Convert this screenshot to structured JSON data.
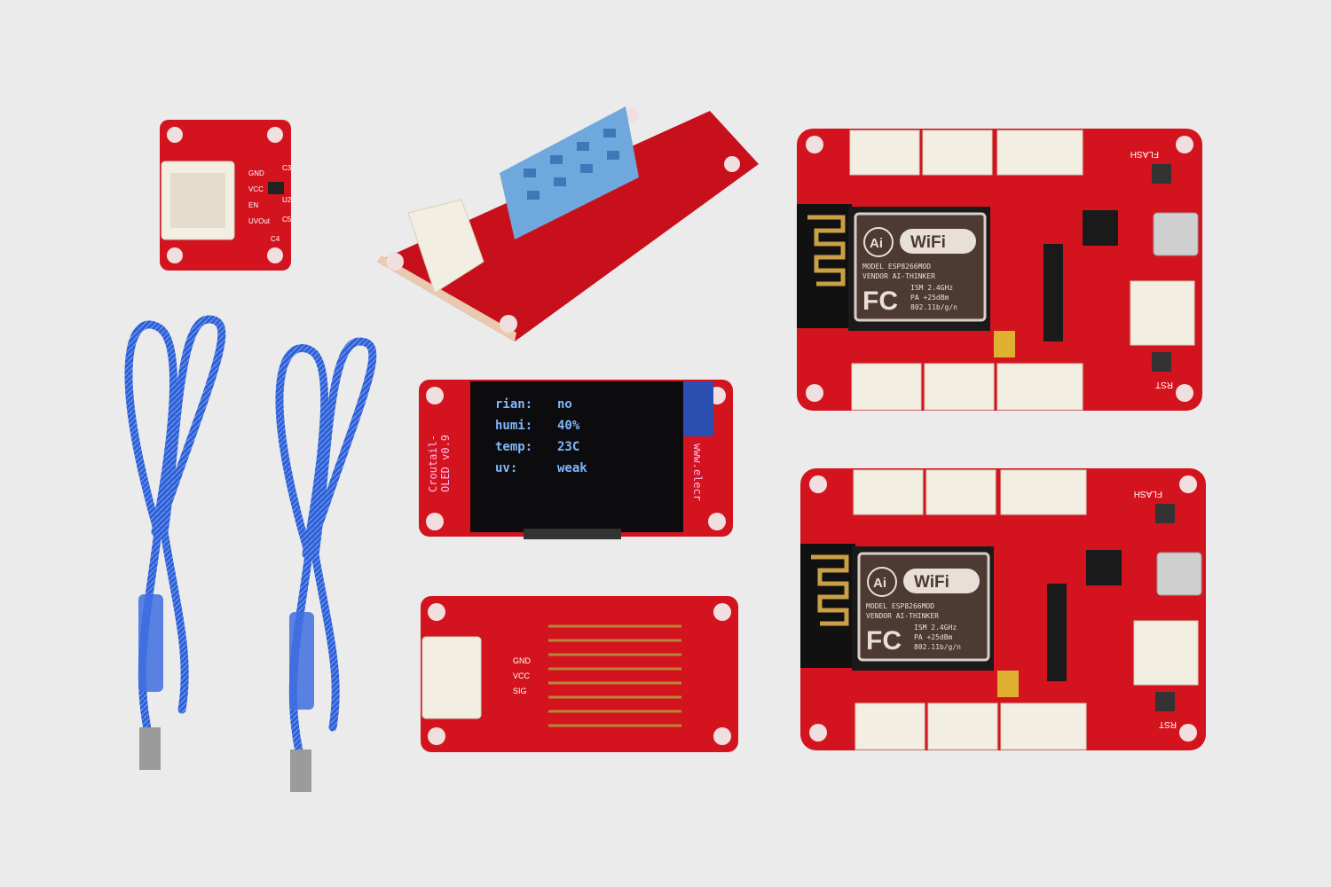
{
  "colors": {
    "background": "#ebebeb",
    "pcb_red": "#d3141f",
    "cable_blue": "#2f5fd0",
    "connector_white": "#f3eee2",
    "sensor_blue": "#6fa8dc",
    "oled_text": "#7fb8ff"
  },
  "uv_sensor": {
    "pins": [
      "GND",
      "VCC",
      "EN",
      "UVOut"
    ],
    "labels": [
      "C3",
      "U2",
      "C5",
      "C4"
    ]
  },
  "oled": {
    "board_label": [
      "Croutail-",
      "OLED v0.9"
    ],
    "url": "www.elecr",
    "rows": [
      {
        "key": "rian:",
        "value": "no"
      },
      {
        "key": "humi:",
        "value": "40%"
      },
      {
        "key": "temp:",
        "value": "23C"
      },
      {
        "key": "uv:",
        "value": "weak"
      }
    ]
  },
  "wifi_module": {
    "logo_ai": "Ai",
    "logo_wifi": "WiFi",
    "lines": [
      "MODEL    ESP8266MOD",
      "VENDOR   AI-THINKER",
      "ISM 2.4GHz",
      "PA  +25dBm",
      "802.11b/g/n"
    ],
    "fc": "FC",
    "flash": "FLASH",
    "rst": "RST"
  },
  "water_sensor": {
    "pins": [
      "GND",
      "VCC",
      "SIG"
    ]
  }
}
